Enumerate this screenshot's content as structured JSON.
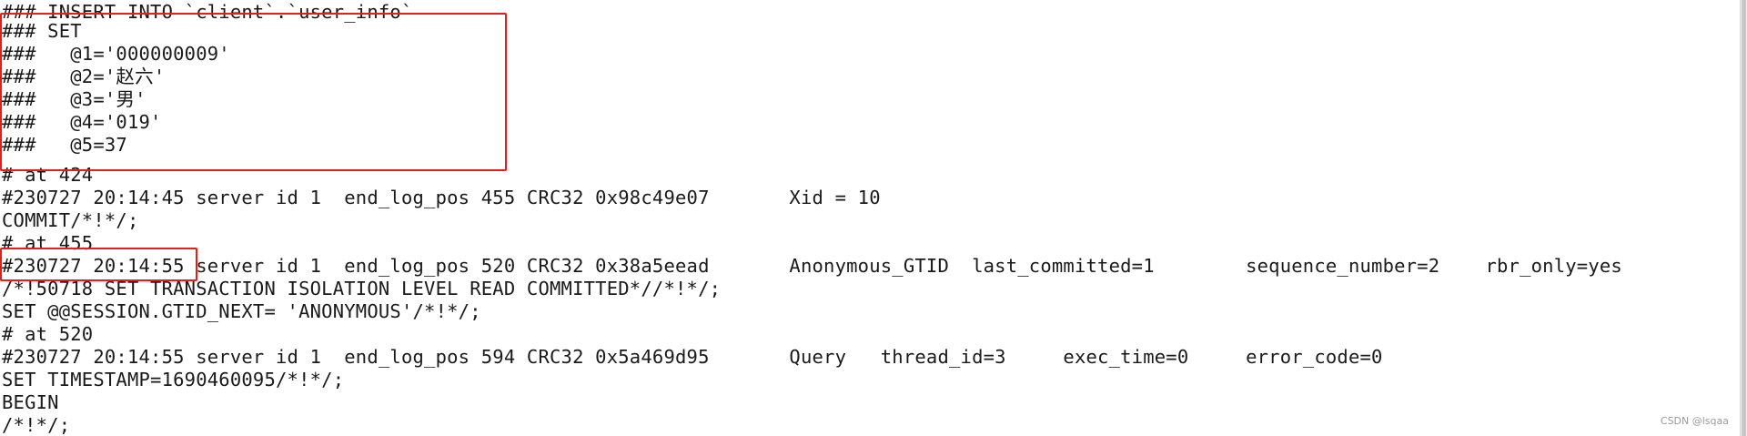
{
  "terminal": {
    "lines": [
      "### INSERT INTO `client`.`user_info`",
      "### SET",
      "###   @1='000000009'",
      "###   @2='赵六'",
      "###   @3='男'",
      "###   @4='019'",
      "###   @5=37",
      "# at 424",
      "#230727 20:14:45 server id 1  end_log_pos 455 CRC32 0x98c49e07       Xid = 10",
      "COMMIT/*!*/;",
      "# at 455",
      "#230727 20:14:55 server id 1  end_log_pos 520 CRC32 0x38a5eead       Anonymous_GTID  last_committed=1        sequence_number=2    rbr_only=yes",
      "/*!50718 SET TRANSACTION ISOLATION LEVEL READ COMMITTED*//*!*/;",
      "SET @@SESSION.GTID_NEXT= 'ANONYMOUS'/*!*/;",
      "# at 520",
      "#230727 20:14:55 server id 1  end_log_pos 594 CRC32 0x5a469d95       Query   thread_id=3     exec_time=0     error_code=0",
      "SET TIMESTAMP=1690460095/*!*/;",
      "BEGIN",
      "/*!*/;"
    ]
  },
  "watermark": "CSDN @lsqaa",
  "colors": {
    "background": "#ffffff",
    "text": "#1a1a1a",
    "highlight_border": "#e0201f"
  }
}
